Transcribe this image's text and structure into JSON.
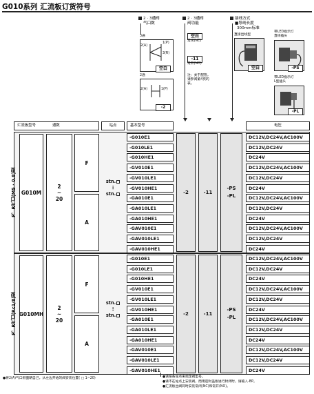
{
  "title": "G010系列  汇流板订货符号",
  "options": {
    "ports": {
      "label_line1": "2 · 3通阀",
      "label_line2": "气口数",
      "three_way_title": "3通",
      "two_way_title": "2通",
      "ports_3": [
        "2(A)",
        "1(P)",
        "3(R)"
      ],
      "ports_2": [
        "2(A)",
        "1(P)"
      ],
      "code_blank": "空白",
      "code_2": "-2"
    },
    "function": {
      "label_line1": "2 · 3通阀",
      "label_line2": "阀功能",
      "nc_code": "空白",
      "nc_text": "常闭(NC)",
      "no_code": "-11",
      "no_text": "常开(NO)",
      "note": "注：关于配管，请参阅第4页的表。"
    },
    "connection": {
      "label": "接线方式",
      "sub1": "■导线长度",
      "sub2": "300mm标准",
      "direct_label": "直接出线型",
      "direct_code": "空白",
      "led_l_label1": "带LED指示灯",
      "led_l_label2": "直线插头",
      "ps_code": "-PS",
      "led_pl_label1": "带LED指示灯",
      "led_pl_label2": "L型插头",
      "pl_code": "-PL"
    }
  },
  "headers": {
    "model": "汇流板型号",
    "stations": "通数",
    "station_pos": "站点",
    "base_model": "基本型号",
    "voltage": "电压"
  },
  "sections": [
    {
      "side_label": "P，R气口(M5 · 0.8)型",
      "model": "G010M",
      "stations": [
        "2",
        "~",
        "20"
      ],
      "station_pos": [
        "stn.",
        "⋮",
        "stn."
      ],
      "groups": [
        {
          "label": "F"
        },
        {
          "label": "A"
        }
      ],
      "col_2": "-2",
      "col_11": "-11",
      "col_conn": [
        "-PS",
        "-PL"
      ],
      "rows": [
        {
          "base": "-G010E1",
          "voltage": "DC12V,DC24V,AC100V"
        },
        {
          "base": "-G010LE1",
          "voltage": "DC12V,DC24V"
        },
        {
          "base": "-G010HE1",
          "voltage": "DC24V"
        },
        {
          "base": "-GV010E1",
          "voltage": "DC12V,DC24V,AC100V"
        },
        {
          "base": "-GV010LE1",
          "voltage": "DC12V,DC24V"
        },
        {
          "base": "-GV010HE1",
          "voltage": "DC24V"
        },
        {
          "base": "-GA010E1",
          "voltage": "DC12V,DC24V,AC100V"
        },
        {
          "base": "-GA010LE1",
          "voltage": "DC12V,DC24V"
        },
        {
          "base": "-GA010HE1",
          "voltage": "DC24V"
        },
        {
          "base": "-GAV010E1",
          "voltage": "DC12V,DC24V,AC100V"
        },
        {
          "base": "-GAV010LE1",
          "voltage": "DC12V,DC24V"
        },
        {
          "base": "-GAV010HE1",
          "voltage": "DC24V"
        }
      ]
    },
    {
      "side_label": "P，R气口(Rc1/8)型",
      "model": "G010MH",
      "stations": [
        "2",
        "~",
        "20"
      ],
      "station_pos": [
        "stn.",
        "⋮",
        "stn."
      ],
      "groups": [
        {
          "label": "F"
        },
        {
          "label": "A"
        }
      ],
      "col_2": "-2",
      "col_11": "-11",
      "col_conn": [
        "-PS",
        "-PL"
      ],
      "rows": [
        {
          "base": "-G010E1",
          "voltage": "DC12V,DC24V,AC100V"
        },
        {
          "base": "-G010LE1",
          "voltage": "DC12V,DC24V"
        },
        {
          "base": "-G010HE1",
          "voltage": "DC24V"
        },
        {
          "base": "-GV010E1",
          "voltage": "DC12V,DC24V,AC100V"
        },
        {
          "base": "-GV010LE1",
          "voltage": "DC12V,DC24V"
        },
        {
          "base": "-GV010HE1",
          "voltage": "DC24V"
        },
        {
          "base": "-GA010E1",
          "voltage": "DC12V,DC24V,AC100V"
        },
        {
          "base": "-GA010LE1",
          "voltage": "DC12V,DC24V"
        },
        {
          "base": "-GA010HE1",
          "voltage": "DC24V"
        },
        {
          "base": "-GAV010E1",
          "voltage": "DC12V,DC24V,AC100V"
        },
        {
          "base": "-GAV010LE1",
          "voltage": "DC12V,DC24V"
        },
        {
          "base": "-GAV010HE1",
          "voltage": "DC24V"
        }
      ]
    }
  ],
  "footnotes": {
    "left": "●将2(A)气口侧面朝自己，从左边开始的阀安装位置( □ 1~20)",
    "right": [
      "●请按各站点来指定阀型号。",
      "●请不在站点上安装阀。而用密封盖板进行封闭时，请输入-BP。",
      "●汇流板出阀同时安装常闭(NC)和常开(NO)。"
    ]
  }
}
